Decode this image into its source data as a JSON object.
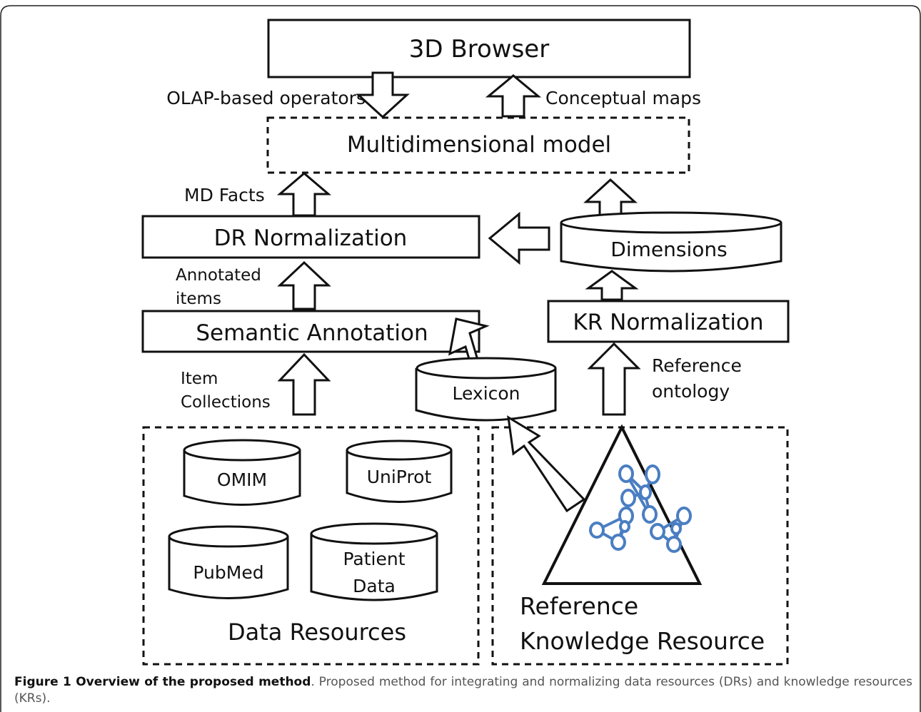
{
  "diagram": {
    "browser_label": "3D Browser",
    "olap_label": "OLAP-based operators",
    "conceptual_maps_label": "Conceptual maps",
    "md_model_label": "Multidimensional model",
    "md_facts_label": "MD Facts",
    "dr_normalization_label": "DR Normalization",
    "dimensions_label": "Dimensions",
    "annotated_items_line1": "Annotated",
    "annotated_items_line2": "items",
    "semantic_annotation_label": "Semantic Annotation",
    "kr_normalization_label": "KR Normalization",
    "item_collections_line1": "Item",
    "item_collections_line2": "Collections",
    "lexicon_label": "Lexicon",
    "reference_ontology_line1": "Reference",
    "reference_ontology_line2": "ontology",
    "data_resources": {
      "omim": "OMIM",
      "uniprot": "UniProt",
      "pubmed": "PubMed",
      "patient_data_line1": "Patient",
      "patient_data_line2": "Data",
      "group_label": "Data Resources"
    },
    "knowledge_resource": {
      "line1": "Reference",
      "line2": "Knowledge Resource"
    },
    "graph_color": "#4a7ec2"
  },
  "caption": {
    "title": "Figure 1 Overview of the proposed method",
    "text": ". Proposed method for integrating and normalizing data resources (DRs) and knowledge resources (KRs)."
  }
}
